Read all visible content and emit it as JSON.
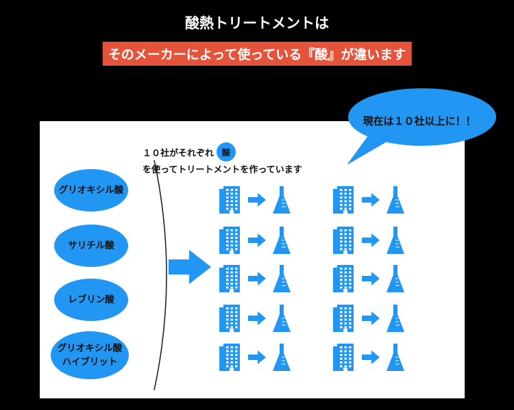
{
  "header": {
    "title": "酸熱トリートメントは",
    "subtitle": "そのメーカーによって使っている『酸』が違います"
  },
  "panel": {
    "acids": [
      {
        "lines": [
          "グリオキシル酸"
        ]
      },
      {
        "lines": [
          "サリチル酸"
        ]
      },
      {
        "lines": [
          "レブリン酸"
        ]
      },
      {
        "lines": [
          "グリオキシル酸",
          "ハイブリット"
        ]
      }
    ],
    "caption_part1": "１０社がそれぞれ",
    "caption_badge": "酸",
    "caption_line2": "を使ってトリートメントを作っています",
    "company_rows": 5,
    "company_columns": 2
  },
  "bubble": {
    "text": "現在は１０社以上に！！"
  },
  "colors": {
    "accent_blue": "#2196f3",
    "highlight_red": "#e5533a",
    "background": "#000000",
    "panel": "#ffffff"
  },
  "icons": {
    "company": "building-icon",
    "arrow": "arrow-right-icon",
    "product": "flask-icon"
  }
}
